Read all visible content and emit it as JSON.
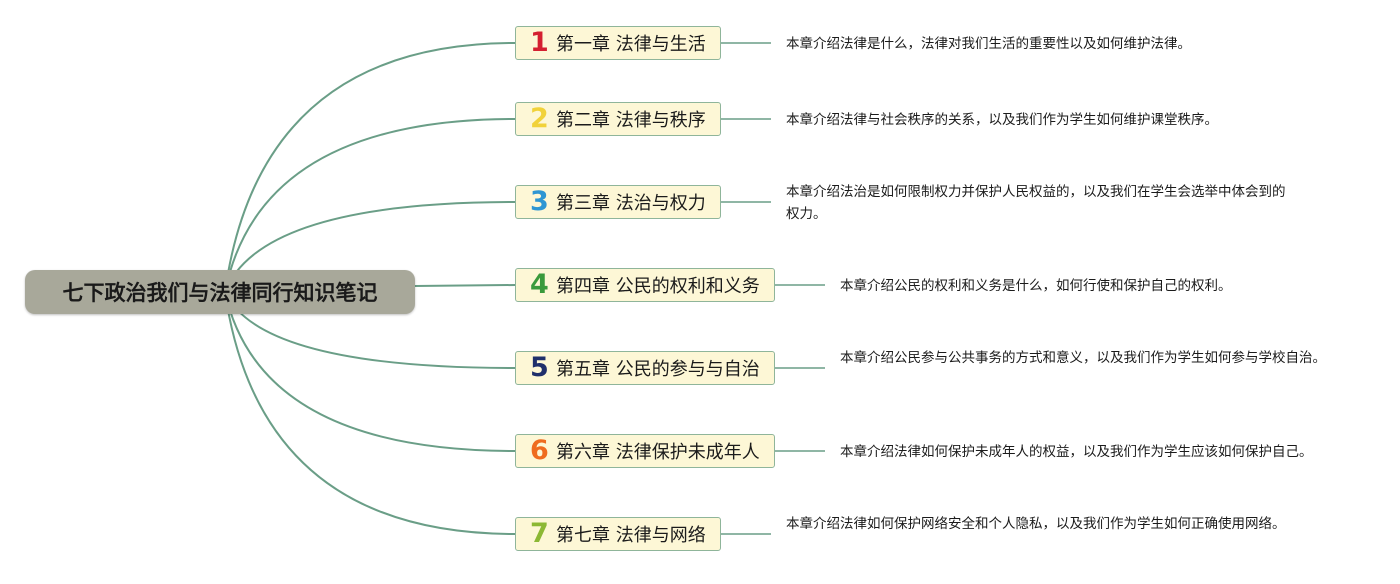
{
  "root": {
    "title": "七下政治我们与法律同行知识笔记"
  },
  "chapters": [
    {
      "num": "1",
      "color": "#d42030",
      "title": "第一章 法律与生活",
      "desc": "本章介绍法律是什么，法律对我们生活的重要性以及如何维护法律。"
    },
    {
      "num": "2",
      "color": "#f1d23a",
      "title": "第二章 法律与秩序",
      "desc": "本章介绍法律与社会秩序的关系，以及我们作为学生如何维护课堂秩序。"
    },
    {
      "num": "3",
      "color": "#2e96d3",
      "title": "第三章 法治与权力",
      "desc": "本章介绍法治是如何限制权力并保护人民权益的，以及我们在学生会选举中体会到的权力。"
    },
    {
      "num": "4",
      "color": "#3a9a3c",
      "title": "第四章 公民的权利和义务",
      "desc": "本章介绍公民的权利和义务是什么，如何行使和保护自己的权利。"
    },
    {
      "num": "5",
      "color": "#1f2f6b",
      "title": "第五章 公民的参与与自治",
      "desc": "本章介绍公民参与公共事务的方式和意义，以及我们作为学生如何参与学校自治。"
    },
    {
      "num": "6",
      "color": "#ef6c1f",
      "title": "第六章 法律保护未成年人",
      "desc": "本章介绍法律如何保护未成年人的权益，以及我们作为学生应该如何保护自己。"
    },
    {
      "num": "7",
      "color": "#8cb834",
      "title": "第七章 法律与网络",
      "desc": "本章介绍法律如何保护网络安全和个人隐私，以及我们作为学生如何正确使用网络。"
    }
  ],
  "colors": {
    "connector": "#6a9e87",
    "node_fill": "#fdf7d6",
    "root_fill": "#a8a89a"
  }
}
